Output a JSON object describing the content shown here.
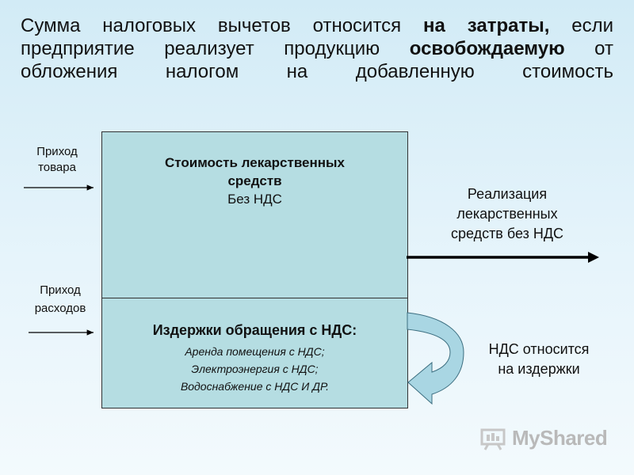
{
  "title": {
    "part1": "Сумма налоговых вычетов относится ",
    "bold1": "на затраты,",
    "part2": " если предприятие реализует продукцию ",
    "bold2": "освобождаемую",
    "part3": " от обложения налогом на добавленную стоимость"
  },
  "left_labels": {
    "goods_in_line1": "Приход",
    "goods_in_line2": "товара",
    "expenses_in_line1": "Приход",
    "expenses_in_line2": "расходов"
  },
  "top_box": {
    "heading_line1": "Стоимость лекарственных",
    "heading_line2": "средств",
    "subheading": "Без НДС"
  },
  "bottom_box": {
    "heading": "Издержки обращения с НДС:",
    "items": [
      "Аренда помещения с НДС;",
      "Электроэнергия с НДС;",
      "Водоснабжение с НДС И ДР."
    ]
  },
  "right_labels": {
    "sales_line1": "Реализация",
    "sales_line2": "лекарственных",
    "sales_line3": "средств без НДС",
    "vat_line1": "НДС относится",
    "vat_line2": "на издержки"
  },
  "logo": {
    "text": "MyShared"
  },
  "colors": {
    "box_fill": "#b5dde2",
    "curved_arrow_fill": "#a9d6e3",
    "background": "#d2ebf6"
  }
}
